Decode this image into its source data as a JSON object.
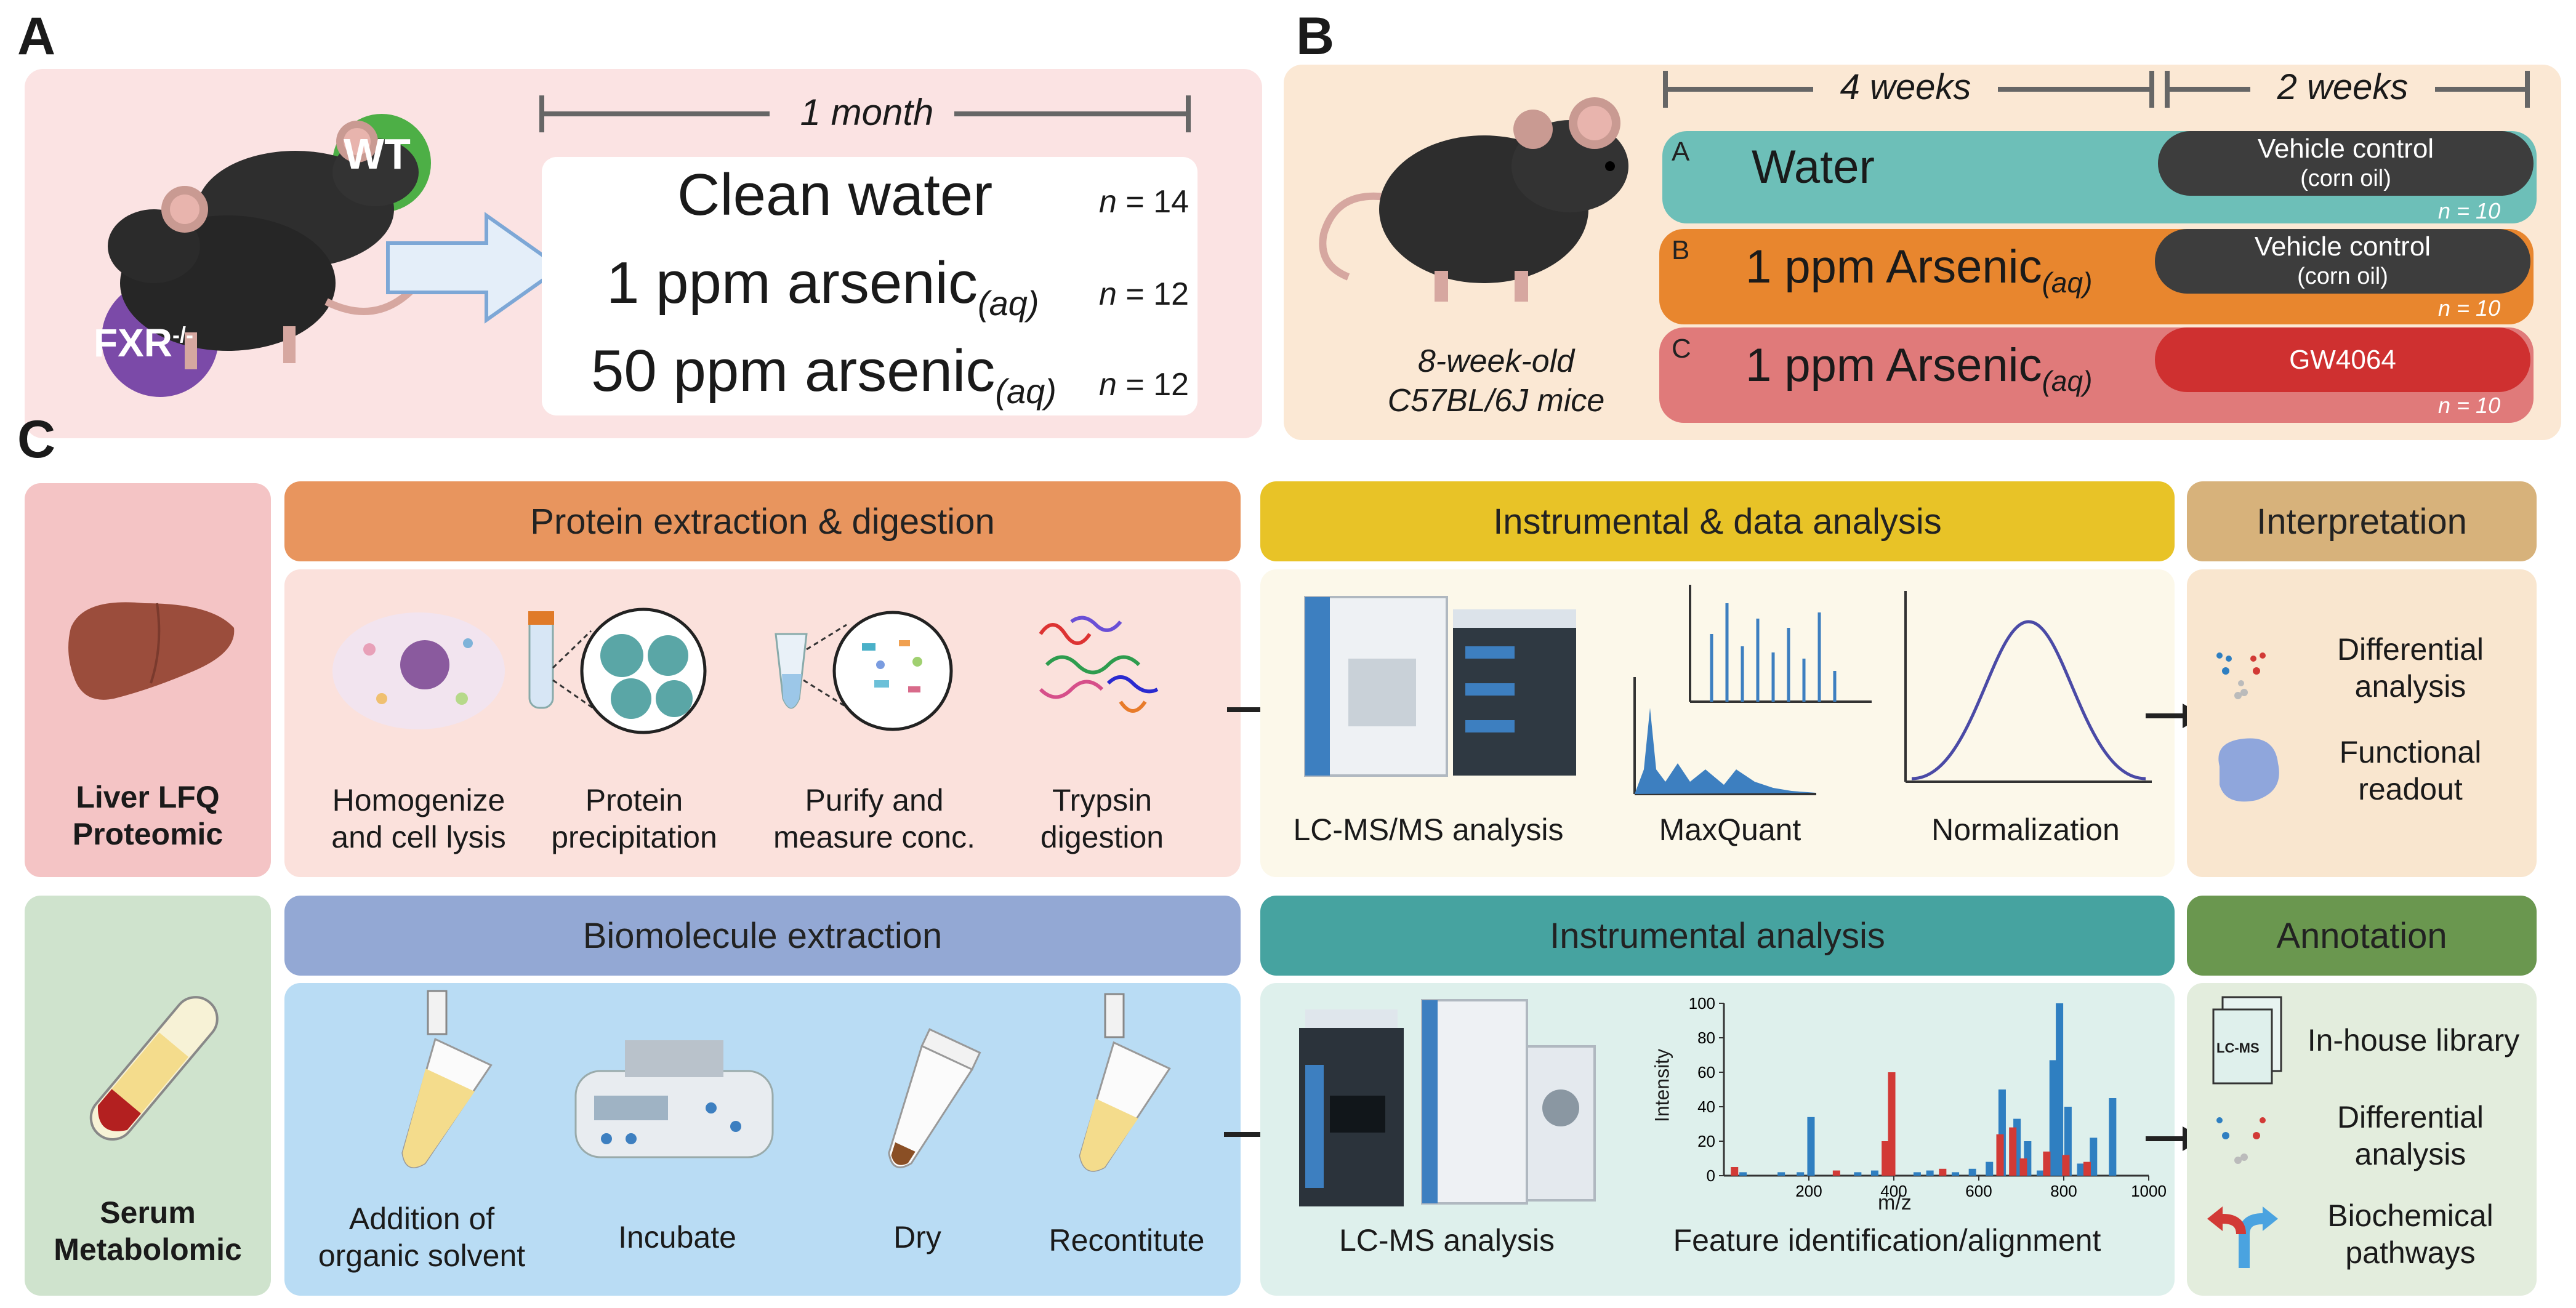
{
  "panel_a": {
    "letter": "A",
    "wt_label": "WT",
    "fxr_label": "FXR",
    "fxr_sup": "-/-",
    "duration": "1 month",
    "groups": [
      {
        "label": "Clean water",
        "sub": "",
        "n_label": "n",
        "n_value": "= 14"
      },
      {
        "label": "1 ppm arsenic",
        "sub": "(aq)",
        "n_label": "n",
        "n_value": "= 12"
      },
      {
        "label": "50 ppm arsenic",
        "sub": "(aq)",
        "n_label": "n",
        "n_value": "= 12"
      }
    ]
  },
  "panel_b": {
    "letter": "B",
    "mouse_caption_1": "8-week-old",
    "mouse_caption_2": "C57BL/6J mice",
    "period_1": "4 weeks",
    "period_2": "2 weeks",
    "rows": [
      {
        "tag": "A",
        "label": "Water",
        "sub": "",
        "treat_1": "Vehicle control",
        "treat_2": "(corn oil)",
        "n": "n = 10",
        "color": "#6dbfb8"
      },
      {
        "tag": "B",
        "label": "1 ppm Arsenic",
        "sub": "(aq)",
        "treat_1": "Vehicle control",
        "treat_2": "(corn oil)",
        "n": "n = 10",
        "color": "#e8862e"
      },
      {
        "tag": "C",
        "label": "1 ppm Arsenic",
        "sub": "(aq)",
        "treat_1": "GW4064",
        "treat_2": "",
        "n": "n = 10",
        "color": "#e07a7a"
      }
    ]
  },
  "panel_c": {
    "letter": "C",
    "proteomic": {
      "sample_1": "Liver LFQ",
      "sample_2": "Proteomic",
      "prep_header": "Protein extraction & digestion",
      "steps": [
        {
          "l1": "Homogenize",
          "l2": "and cell lysis"
        },
        {
          "l1": "Protein",
          "l2": "precipitation"
        },
        {
          "l1": "Purify and",
          "l2": "measure conc."
        },
        {
          "l1": "Trypsin",
          "l2": "digestion"
        }
      ],
      "inst_header": "Instrumental & data analysis",
      "inst_steps": [
        "LC-MS/MS analysis",
        "MaxQuant",
        "Normalization"
      ],
      "interp_header": "Interpretation",
      "interp_items": [
        {
          "l1": "Differential",
          "l2": "analysis"
        },
        {
          "l1": "Functional",
          "l2": "readout"
        }
      ]
    },
    "metabolomic": {
      "sample_1": "Serum",
      "sample_2": "Metabolomic",
      "prep_header": "Biomolecule extraction",
      "steps": [
        {
          "l1": "Addition of",
          "l2": "organic solvent"
        },
        {
          "l1": "Incubate",
          "l2": ""
        },
        {
          "l1": "Dry",
          "l2": ""
        },
        {
          "l1": "Recontitute",
          "l2": ""
        }
      ],
      "inst_header": "Instrumental analysis",
      "inst_steps": [
        "LC-MS analysis",
        "Feature identification/alignment"
      ],
      "annot_header": "Annotation",
      "library_icon_text": "LC-MS",
      "annot_items": [
        {
          "l1": "In-house library",
          "l2": ""
        },
        {
          "l1": "Differential",
          "l2": "analysis"
        },
        {
          "l1": "Biochemical",
          "l2": "pathways"
        }
      ]
    }
  },
  "chart_data": {
    "type": "bar",
    "title": "",
    "xlabel": "m/z",
    "ylabel": "Intensity",
    "xlim": [
      0,
      1000
    ],
    "ylim": [
      0,
      100
    ],
    "x_ticks": [
      200,
      400,
      600,
      800,
      1000
    ],
    "y_ticks": [
      0,
      20,
      40,
      60,
      80,
      100
    ],
    "series": [
      {
        "color": "#2f7fc1",
        "x": [
          45,
          135,
          180,
          205,
          315,
          355,
          455,
          485,
          545,
          585,
          625,
          655,
          690,
          715,
          745,
          775,
          790,
          810,
          840,
          870,
          915
        ],
        "values": [
          2,
          2,
          2,
          34,
          2,
          3,
          2,
          3,
          2,
          4,
          8,
          50,
          33,
          20,
          3,
          67,
          100,
          40,
          7,
          22,
          45
        ]
      },
      {
        "color": "#d23a36",
        "x": [
          25,
          265,
          380,
          395,
          515,
          650,
          680,
          705,
          760,
          805,
          855
        ],
        "values": [
          5,
          3,
          20,
          60,
          4,
          24,
          28,
          10,
          14,
          12,
          8
        ]
      }
    ]
  },
  "colors": {
    "panel_a_bg": "#fbe3e3",
    "panel_b_bg": "#fbe8d4",
    "prot_sample_bg": "#f4c4c5",
    "prot_prep_hdr": "#e8955e",
    "prot_prep_bg": "#fbe1dc",
    "prot_inst_hdr": "#e8c327",
    "prot_inst_bg": "#fcf8ea",
    "prot_interp_hdr": "#d7b27b",
    "prot_interp_bg": "#f9e6cf",
    "met_sample_bg": "#cfe3cd",
    "met_prep_hdr": "#93a8d4",
    "met_prep_bg": "#b9dcf4",
    "met_inst_hdr": "#46a3a0",
    "met_inst_bg": "#def0ec",
    "met_annot_hdr": "#6a974f",
    "met_annot_bg": "#e3eddd"
  }
}
